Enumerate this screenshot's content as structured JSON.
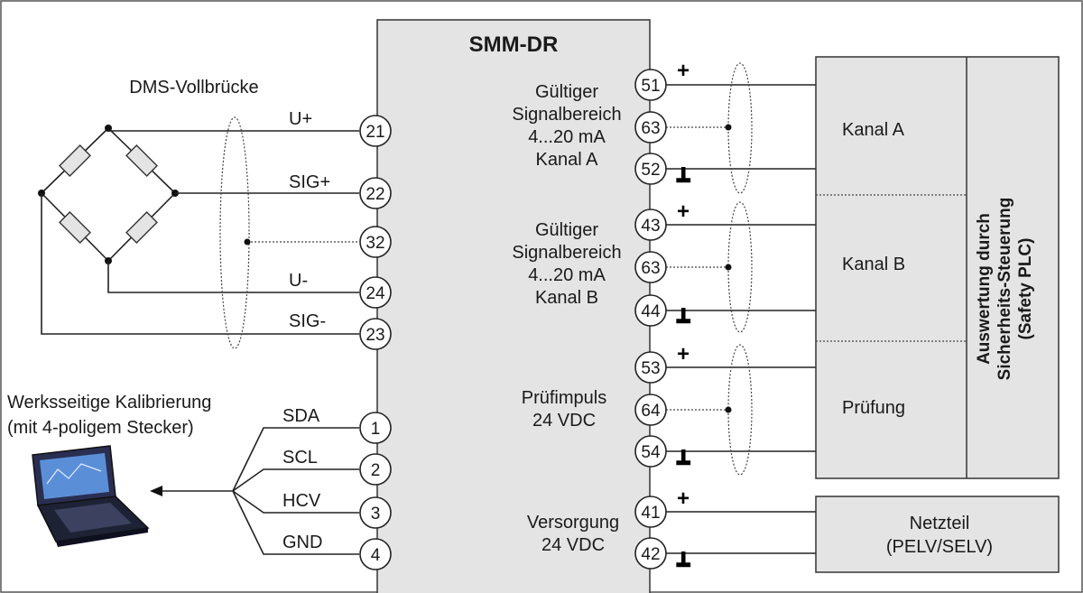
{
  "colors": {
    "module_fill": "#e4e4e4",
    "box_fill": "#e4e4e4",
    "line": "#222222"
  },
  "module_title": "SMM-DR",
  "bridge": {
    "label": "DMS-Vollbrücke"
  },
  "bridge_signals": [
    "U+",
    "SIG+",
    "U-",
    "SIG-"
  ],
  "bridge_terminals": [
    "21",
    "22",
    "32",
    "24",
    "23"
  ],
  "calibration": {
    "line1": "Werksseitige Kalibrierung",
    "line2": "(mit 4-poligem Stecker)"
  },
  "cal_signals": [
    "SDA",
    "SCL",
    "HCV",
    "GND"
  ],
  "cal_terminals": [
    "1",
    "2",
    "3",
    "4"
  ],
  "outputs": [
    {
      "lines": [
        "Gültiger",
        "Signalbereich",
        "4...20 mA",
        "Kanal A"
      ],
      "terminals": [
        "51",
        "63",
        "52"
      ]
    },
    {
      "lines": [
        "Gültiger",
        "Signalbereich",
        "4...20 mA",
        "Kanal B"
      ],
      "terminals": [
        "43",
        "63",
        "44"
      ]
    },
    {
      "lines": [
        "Prüfimpuls",
        "24 VDC"
      ],
      "terminals": [
        "53",
        "64",
        "54"
      ]
    },
    {
      "lines": [
        "Versorgung",
        "24 VDC"
      ],
      "terminals": [
        "41",
        "42"
      ]
    }
  ],
  "polarity": {
    "plus": "+",
    "ground": "┻"
  },
  "plc": {
    "channels": [
      "Kanal A",
      "Kanal B",
      "Prüfung"
    ],
    "title_lines": [
      "Auswertung durch",
      "Sicherheits-Steuerung",
      "(Safety PLC)"
    ]
  },
  "psu": {
    "line1": "Netzteil",
    "line2": "(PELV/SELV)"
  }
}
